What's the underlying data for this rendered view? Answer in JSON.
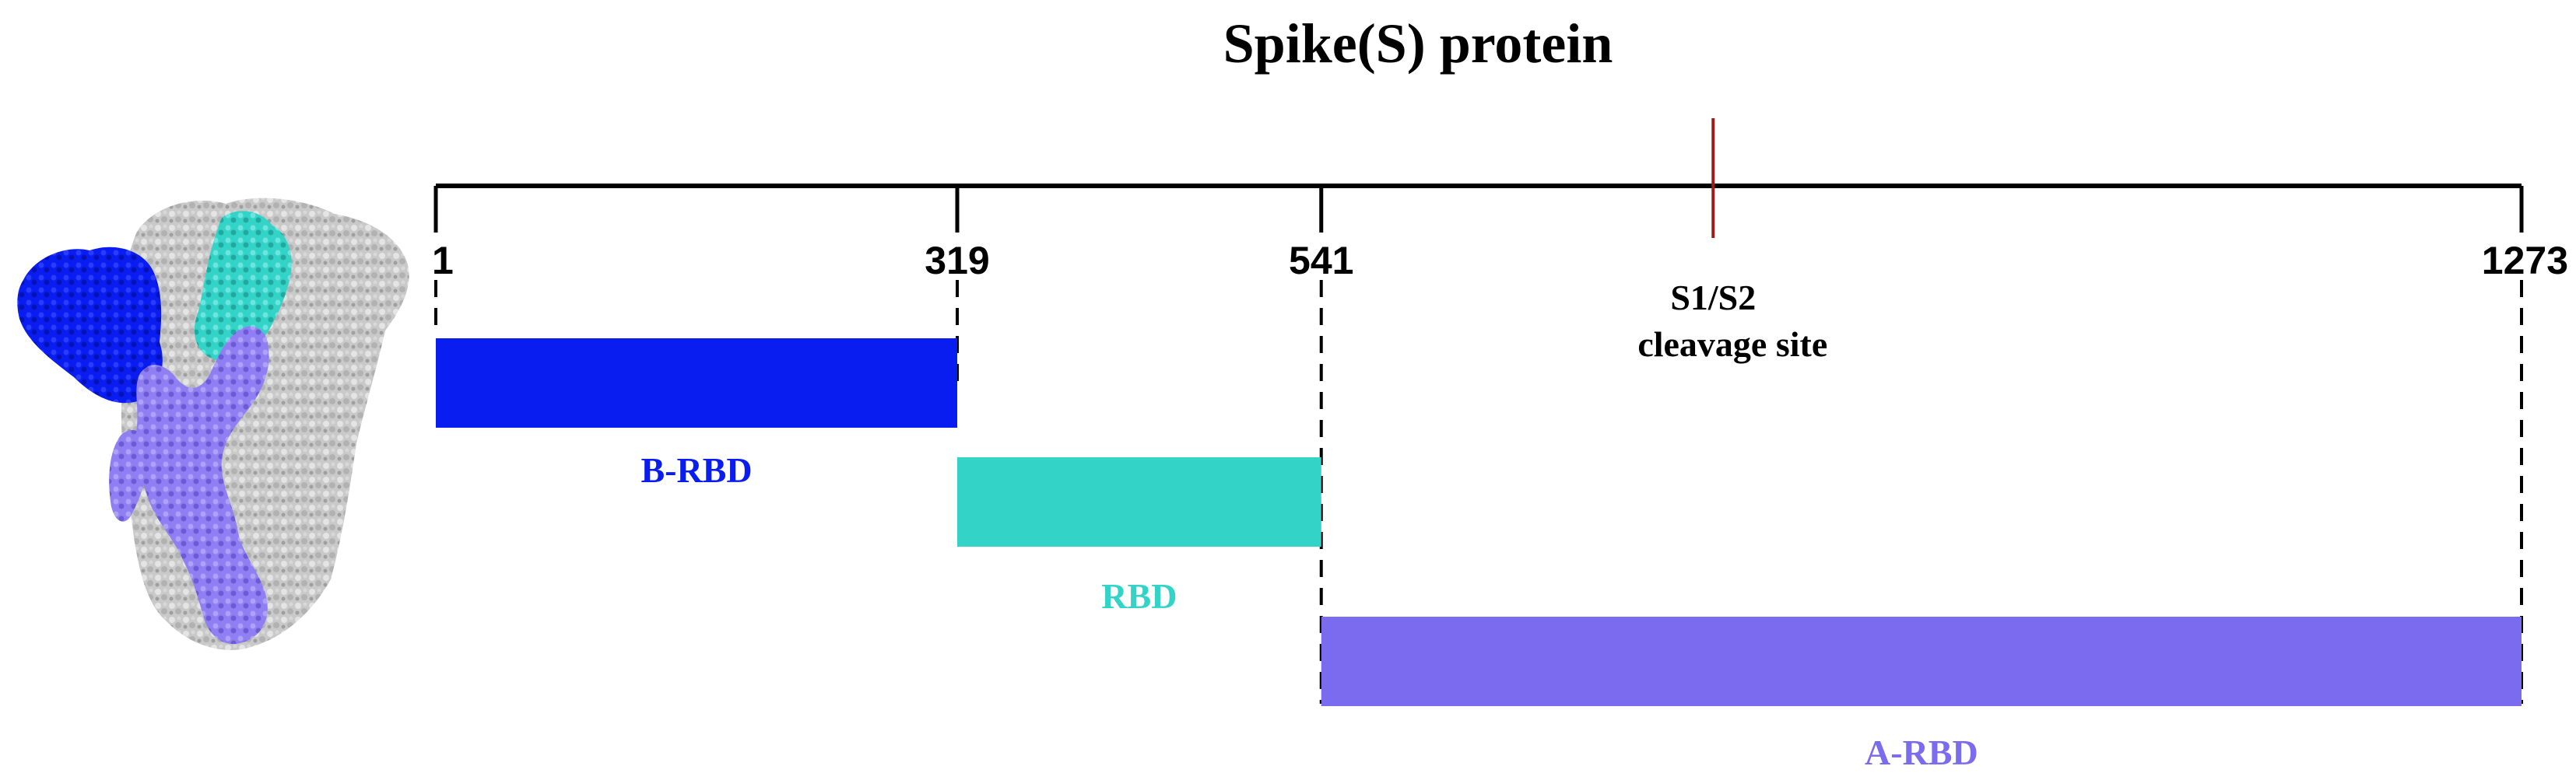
{
  "title": "Spike(S) protein",
  "sequence": {
    "start": 1,
    "end": 1273,
    "ticks": [
      {
        "value": 1,
        "label": "1"
      },
      {
        "value": 319,
        "label": "319"
      },
      {
        "value": 541,
        "label": "541"
      },
      {
        "value": 1273,
        "label": "1273"
      }
    ]
  },
  "cleavage_site": {
    "position": 780,
    "label_line1": "S1/S2",
    "label_line2": "cleavage site",
    "color": "#9b1c1c"
  },
  "domains": [
    {
      "id": "b-rbd",
      "label": "B-RBD",
      "start": 1,
      "end": 319,
      "color": "#0a1df0"
    },
    {
      "id": "rbd",
      "label": "RBD",
      "start": 319,
      "end": 541,
      "color": "#33d3c8"
    },
    {
      "id": "a-rbd",
      "label": "A-RBD",
      "start": 541,
      "end": 1273,
      "color": "#7b6bef"
    }
  ],
  "structure_image": {
    "colors": {
      "b_rbd": "#0a1df0",
      "rbd": "#33d3c8",
      "a_rbd": "#8f7ff2",
      "rest": "#c9c9c9"
    }
  }
}
